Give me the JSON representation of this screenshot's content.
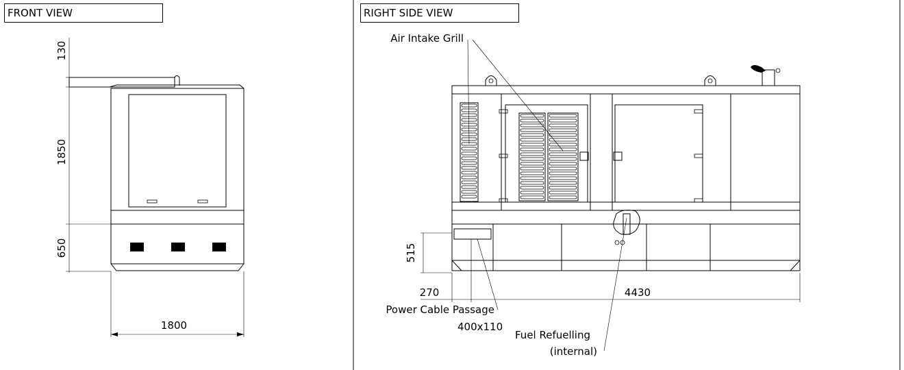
{
  "front_view": {
    "title": "FRONT VIEW",
    "dims": {
      "roof": "130",
      "enclosure_height": "1850",
      "base_height": "650",
      "width": "1800"
    }
  },
  "right_side_view": {
    "title": "RIGHT SIDE VIEW",
    "labels": {
      "air_intake": "Air Intake Grill",
      "power_cable": "Power Cable Passage",
      "power_cable_size": "400x110",
      "fuel_refuelling": "Fuel Refuelling",
      "fuel_internal": "(internal)"
    },
    "dims": {
      "cable_height": "515",
      "cable_offset": "270",
      "length": "4430"
    }
  }
}
